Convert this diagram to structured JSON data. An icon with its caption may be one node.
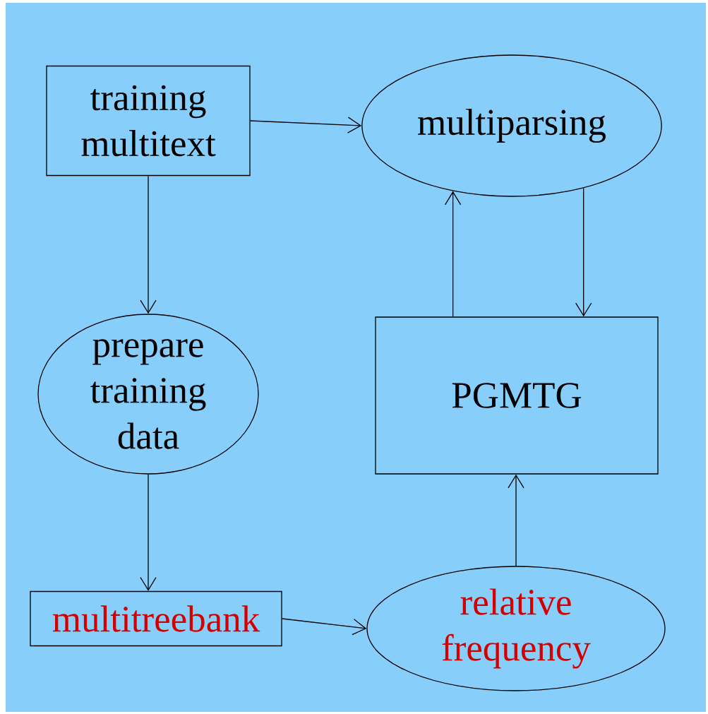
{
  "diagram": {
    "nodes": [
      {
        "text": [
          "training multitext"
        ]
      },
      {
        "text": [
          "multiparsing"
        ]
      },
      {
        "text": [
          "prepare training data"
        ]
      },
      {
        "text": [
          "PGMTG"
        ]
      },
      {
        "text": [
          "multitreebank"
        ]
      },
      {
        "text": [
          "relative frequency"
        ]
      }
    ],
    "edges": [
      {
        "from": 0,
        "to": 1,
        "arrow": "to"
      },
      {
        "from": 0,
        "to": 2,
        "arrow": "to"
      },
      {
        "from": 3,
        "to": 1,
        "arrow": "to"
      },
      {
        "from": 1,
        "to": 3,
        "arrow": "to"
      },
      {
        "from": 2,
        "to": 4,
        "arrow": "to"
      },
      {
        "from": 4,
        "to": 5,
        "arrow": "to"
      },
      {
        "from": 5,
        "to": 3,
        "arrow": "to"
      }
    ]
  }
}
